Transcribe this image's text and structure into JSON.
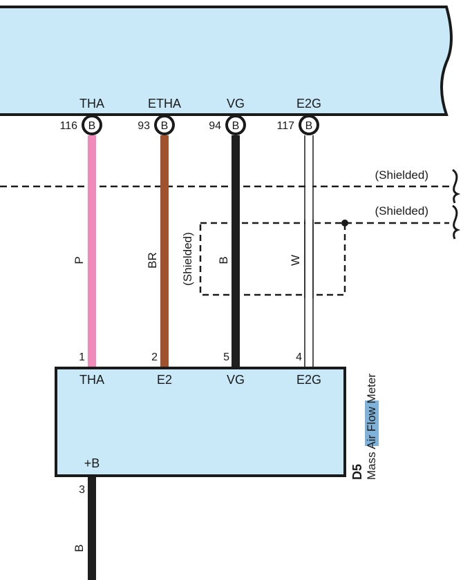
{
  "colors": {
    "ecu_fill": "#c9e9f8",
    "meter_fill": "#c9e9f8",
    "outline": "#1a1a1a",
    "wire_pink": "#f08ab8",
    "wire_brown": "#a0522d",
    "wire_black": "#1f1f1f",
    "wire_white": "#ffffff",
    "highlight": "#7fb2d9"
  },
  "ecu": {
    "pins": [
      {
        "label": "THA",
        "num": "116",
        "conn": "B"
      },
      {
        "label": "ETHA",
        "num": "93",
        "conn": "B"
      },
      {
        "label": "VG",
        "num": "94",
        "conn": "B"
      },
      {
        "label": "E2G",
        "num": "117",
        "conn": "B"
      }
    ]
  },
  "wires": [
    {
      "color_code": "P",
      "color": "pink"
    },
    {
      "color_code": "BR",
      "color": "brown"
    },
    {
      "color_code": "B",
      "color": "black"
    },
    {
      "color_code": "W",
      "color": "white"
    }
  ],
  "shields": {
    "outer_label": "(Shielded)",
    "inner_label": "(Shielded)",
    "vertical_label": "(Shielded)"
  },
  "meter": {
    "id": "D5",
    "name_prefix": "Mass ",
    "name_highlight": "Air Flow",
    "name_suffix": " Meter",
    "pins": [
      {
        "num": "1",
        "label": "THA"
      },
      {
        "num": "2",
        "label": "E2"
      },
      {
        "num": "5",
        "label": "VG"
      },
      {
        "num": "4",
        "label": "E2G"
      }
    ],
    "power_pin": {
      "label": "+B",
      "num": "3",
      "wire_code": "B"
    }
  }
}
